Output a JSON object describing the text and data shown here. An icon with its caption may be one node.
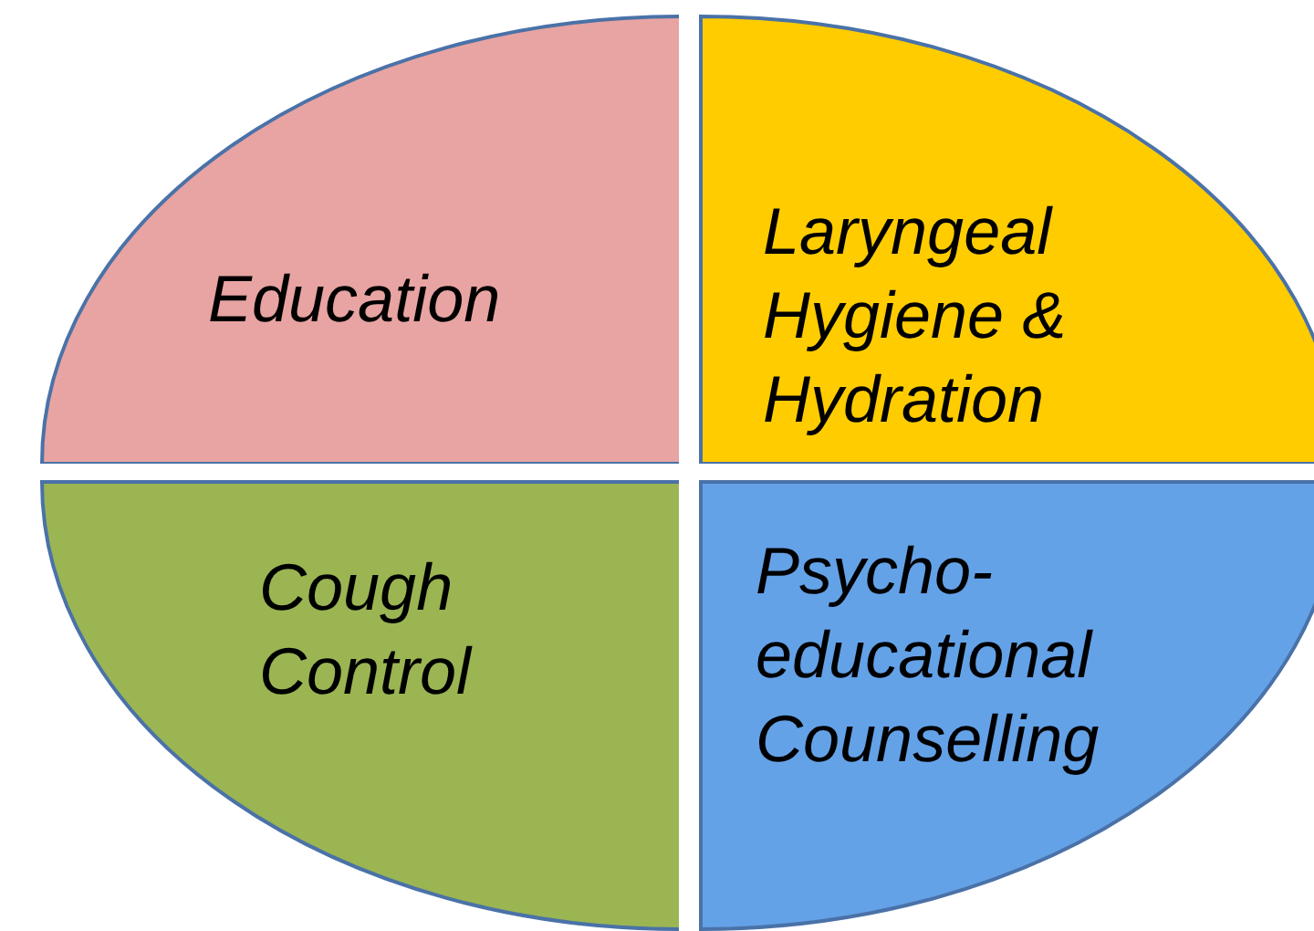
{
  "diagram": {
    "nodes": [
      {
        "text": [
          "Education"
        ]
      },
      {
        "text": [
          "Laryngeal Hygiene & Hydration"
        ]
      },
      {
        "text": [
          "Cough Control"
        ]
      },
      {
        "text": [
          "Psycho- educational Counselling"
        ]
      }
    ]
  }
}
